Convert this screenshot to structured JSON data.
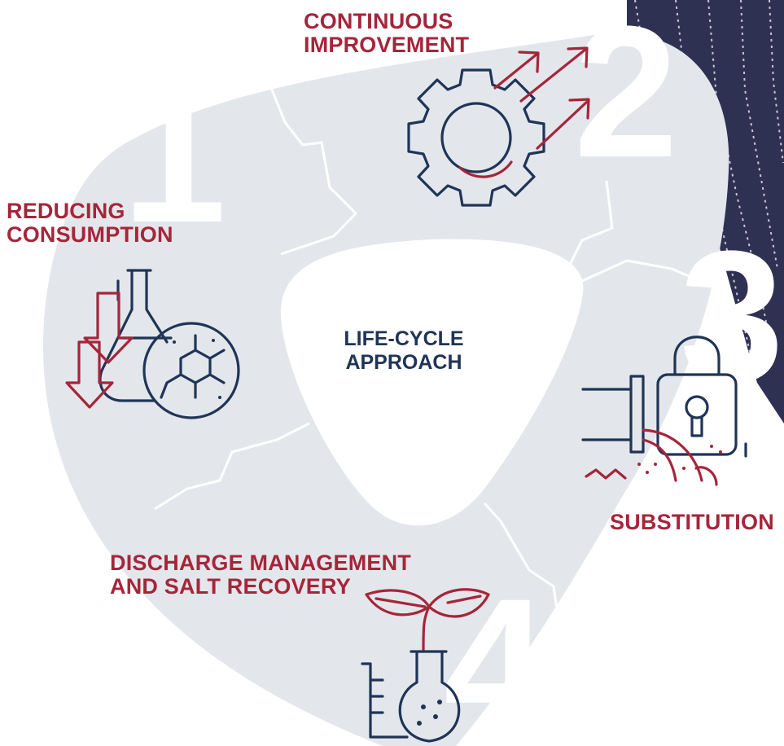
{
  "center": {
    "line1": "LIFE-CYCLE",
    "line2": "APPROACH"
  },
  "steps": [
    {
      "number": "1",
      "line1": "REDUCING",
      "line2": "CONSUMPTION",
      "icon": "flask-molecule-down-arrows-icon"
    },
    {
      "number": "2",
      "line1": "CONTINUOUS",
      "line2": "IMPROVEMENT",
      "icon": "gear-arrows-icon"
    },
    {
      "number": "3",
      "line1": "SUBSTITUTION",
      "line2": "",
      "icon": "pipe-padlock-icon"
    },
    {
      "number": "4",
      "line1": "DISCHARGE MANAGEMENT",
      "line2": "AND SALT RECOVERY",
      "icon": "plant-flask-beaker-icon"
    }
  ],
  "colors": {
    "accent": "#a6253a",
    "ink": "#1f3457",
    "panel": "#e3e7eb",
    "center": "#ffffff"
  }
}
